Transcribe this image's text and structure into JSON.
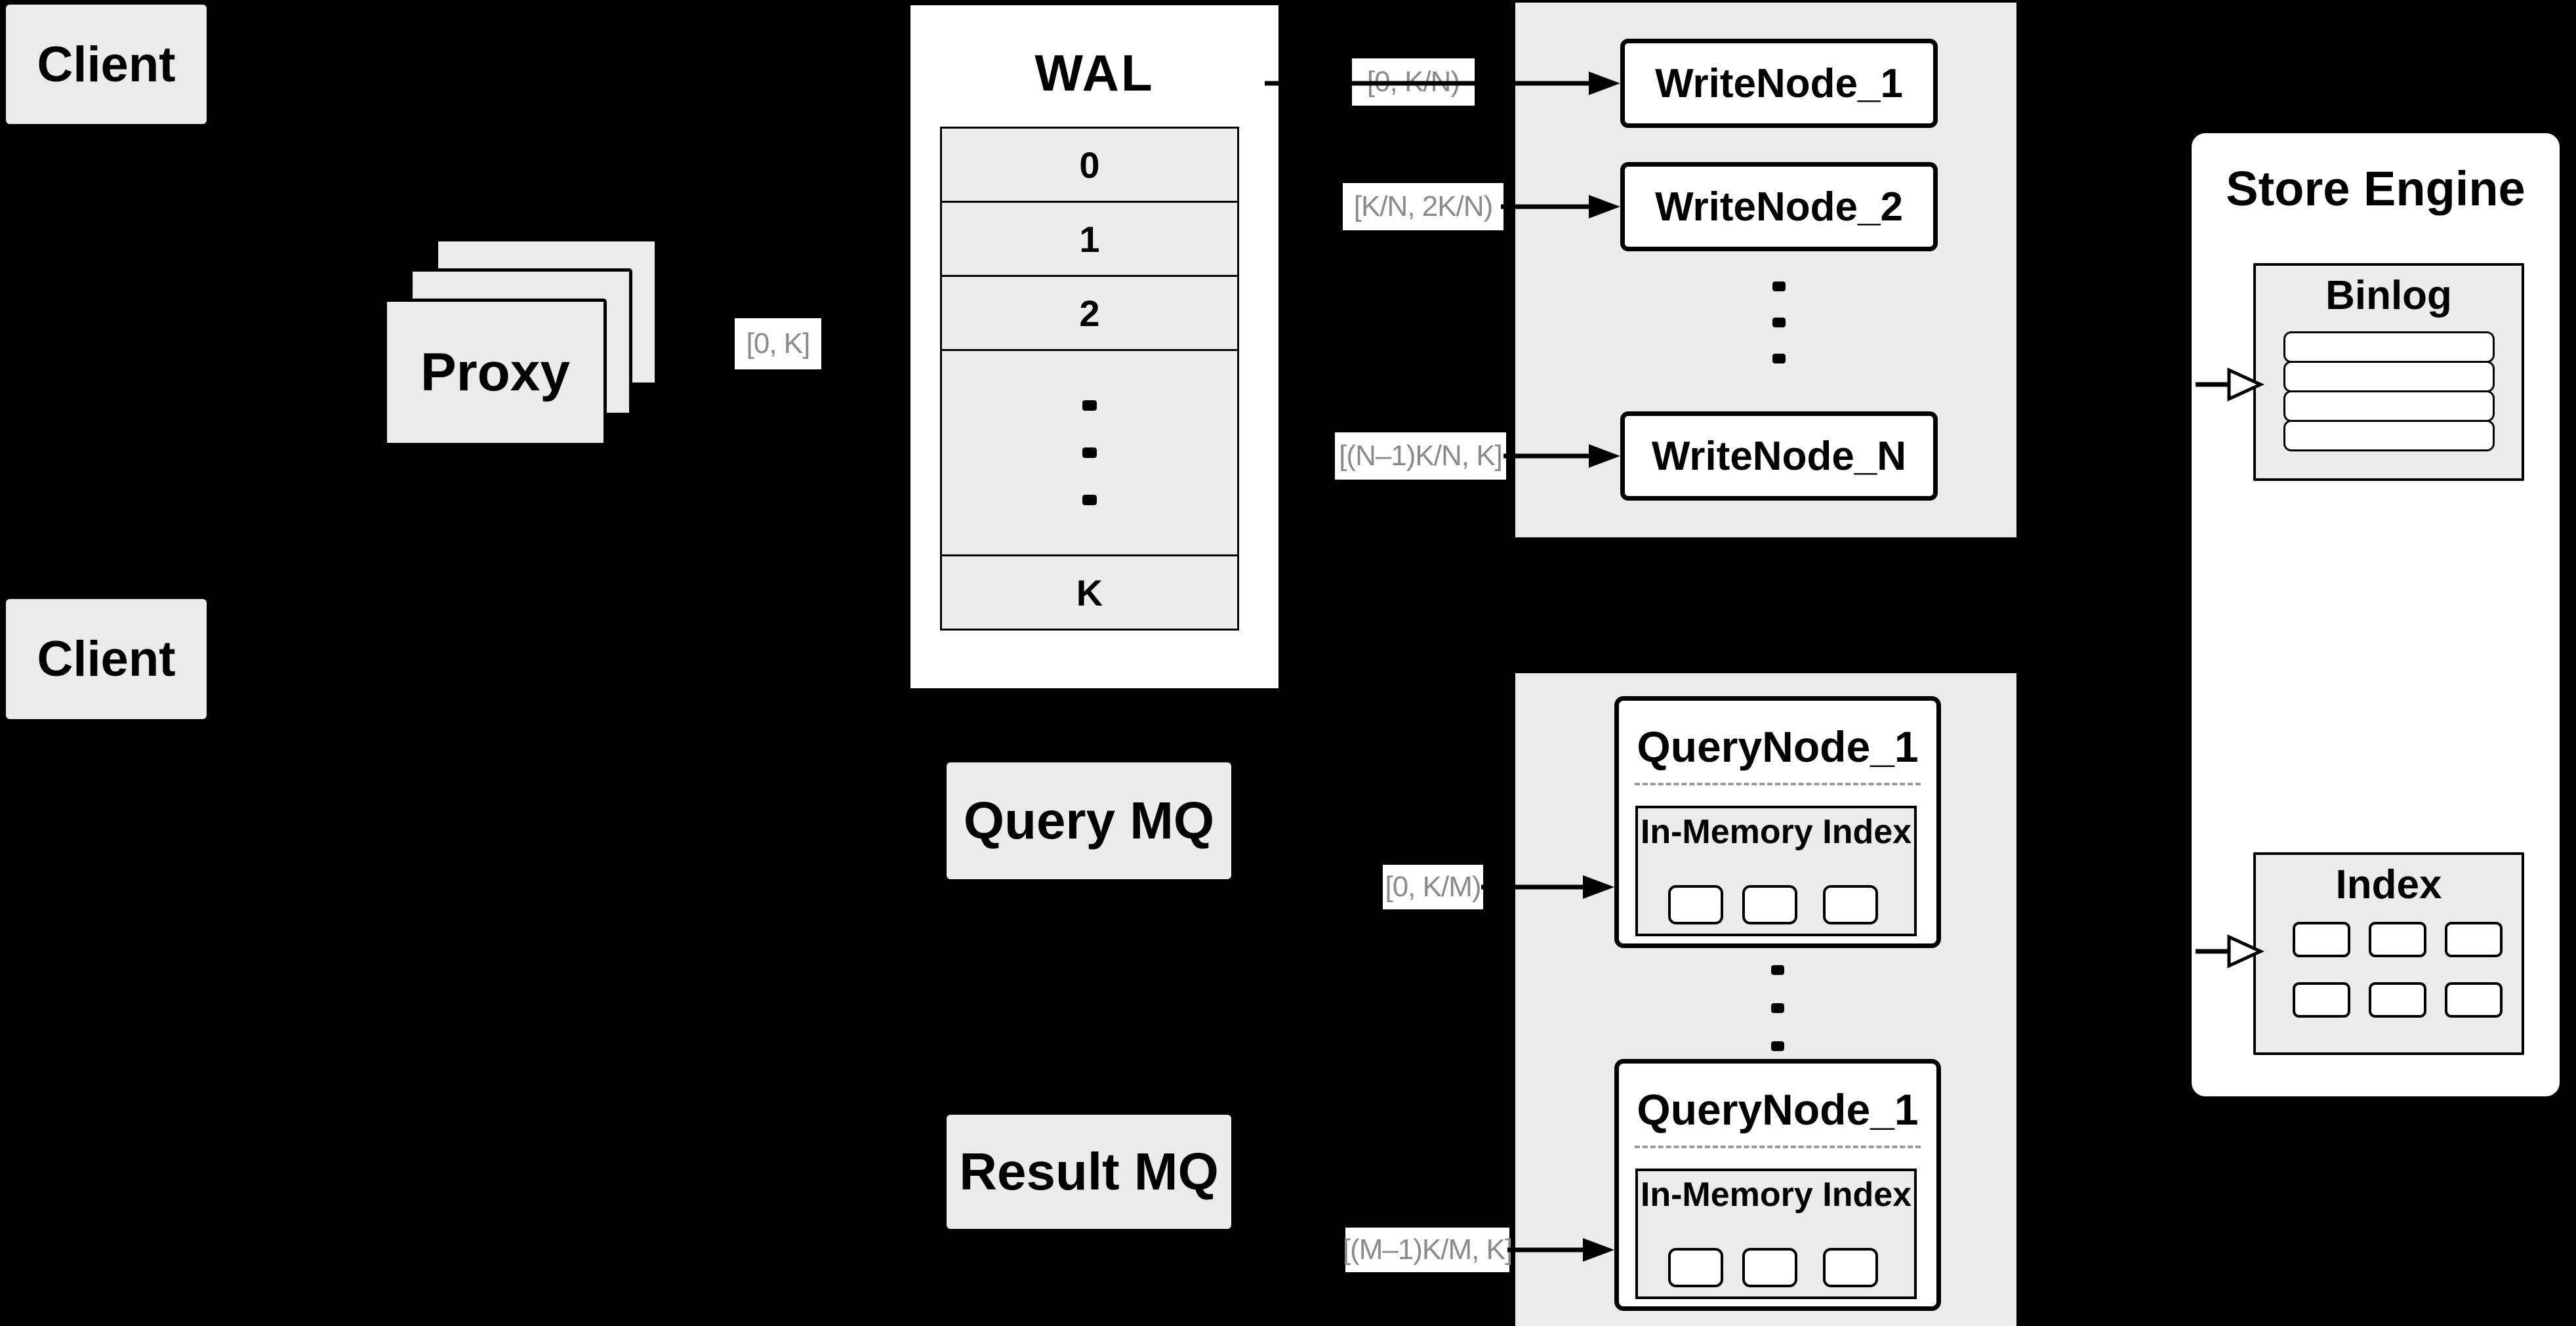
{
  "colors": {
    "background": "#000000",
    "panel_fill": "#ebebeb",
    "box_fill": "#ffffff",
    "line": "#000000",
    "range_text": "#8a8a8a"
  },
  "clients": {
    "top": "Client",
    "bottom": "Client"
  },
  "proxy": {
    "label": "Proxy",
    "range": "[0, K]"
  },
  "wal": {
    "title": "WAL",
    "rows": [
      "0",
      "1",
      "2"
    ],
    "row_k": "K"
  },
  "write": {
    "nodes": [
      {
        "label": "WriteNode_1",
        "range": "[0, K/N)"
      },
      {
        "label": "WriteNode_2",
        "range": "[K/N, 2K/N)"
      },
      {
        "label": "WriteNode_N",
        "range": "[(N–1)K/N, K]"
      }
    ]
  },
  "store": {
    "title": "Store Engine",
    "binlog_title": "Binlog",
    "index_title": "Index"
  },
  "mq": {
    "query": "Query MQ",
    "result": "Result MQ"
  },
  "query": {
    "nodes": [
      {
        "label": "QueryNode_1",
        "inner": "In-Memory Index",
        "range": "[0, K/M)"
      },
      {
        "label": "QueryNode_1",
        "inner": "In-Memory Index",
        "range": "[(M–1)K/M, K]"
      }
    ]
  }
}
